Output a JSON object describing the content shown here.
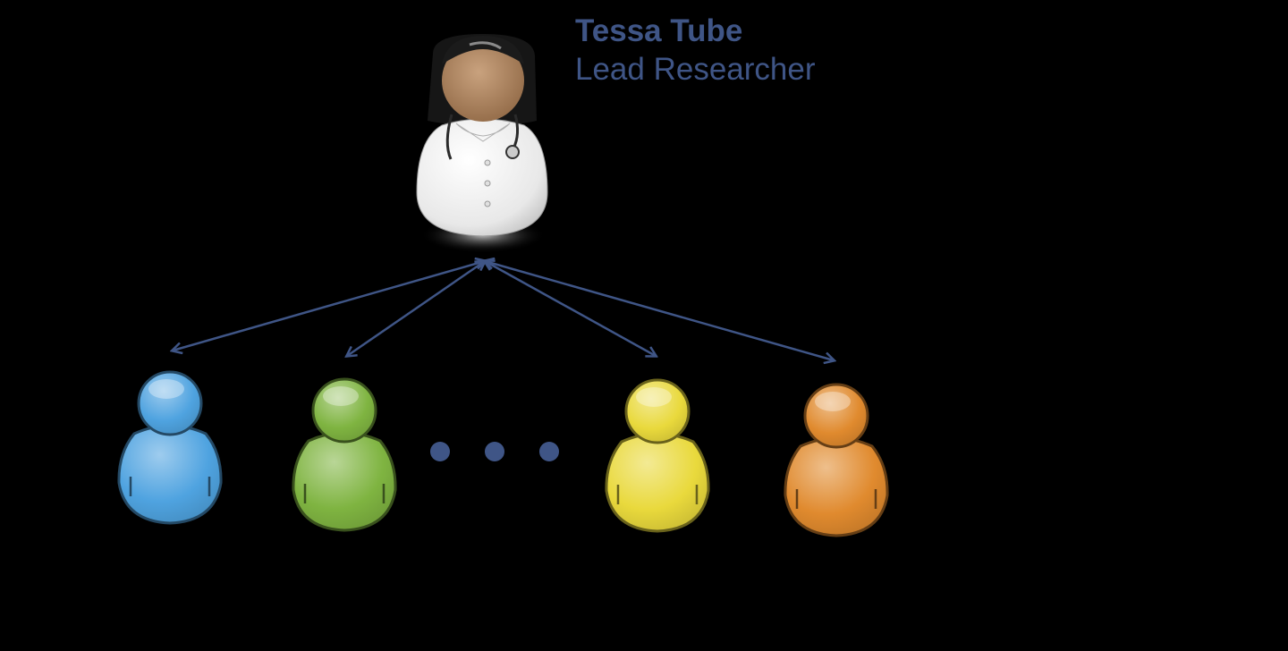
{
  "lead": {
    "name": "Tessa Tube",
    "role": "Lead Researcher",
    "icon": "doctor-icon",
    "text_color": "#3f5586"
  },
  "members": [
    {
      "icon": "person-icon",
      "color": "#4fa3e0"
    },
    {
      "icon": "person-icon",
      "color": "#7fb441"
    },
    {
      "icon": "person-icon",
      "color": "#e9d93c"
    },
    {
      "icon": "person-icon",
      "color": "#e08a2e"
    }
  ],
  "ellipsis_dots": 3,
  "connector_color": "#3f5586"
}
